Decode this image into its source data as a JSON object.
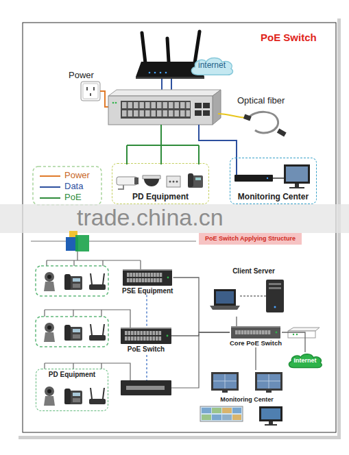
{
  "diagram": {
    "title": "PoE Switch",
    "nodes": [
      {
        "text": [
          "internet"
        ]
      },
      {
        "text": [
          "PD Equipment"
        ]
      },
      {
        "text": [
          "Monitoring Center"
        ]
      },
      {
        "text": [
          "PoE Switch Applying Structure"
        ]
      },
      {
        "text": [
          "Client Server"
        ]
      },
      {
        "text": [
          "PSE Equipment"
        ]
      },
      {
        "text": [
          "Core PoE Switch"
        ]
      },
      {
        "text": [
          "PoE Switch"
        ]
      },
      {
        "text": [
          "Internet"
        ]
      },
      {
        "text": [
          "PD Equipment"
        ]
      },
      {
        "text": [
          "Monitoring Center"
        ]
      }
    ],
    "edges": [
      {
        "from": 5,
        "to": 6,
        "arrow": "none"
      },
      {
        "from": 7,
        "to": 6,
        "arrow": "none"
      },
      {
        "from": 6,
        "to": 4,
        "arrow": "none"
      },
      {
        "from": 6,
        "to": 8,
        "arrow": "none"
      },
      {
        "from": 6,
        "to": 10,
        "arrow": "none"
      },
      {
        "from": 5,
        "to": 7,
        "arrow": "none"
      }
    ],
    "labels": [
      "Power",
      "Optical fiber",
      "trade.china.cn"
    ],
    "legend": [
      {
        "text": "Power"
      },
      {
        "text": "Data"
      },
      {
        "text": "PoE"
      }
    ]
  }
}
